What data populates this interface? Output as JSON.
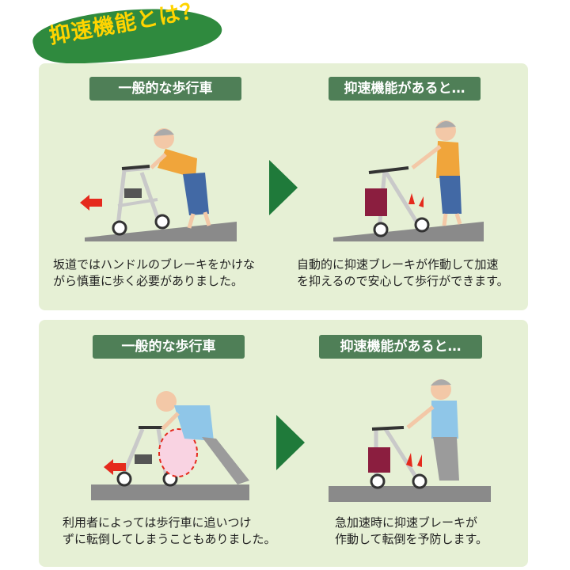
{
  "title": "抑速機能とは？",
  "top": {
    "left_label": "一般的な歩行車",
    "right_label": "抑速機能があると…",
    "left_caption": [
      "坂道ではハンドルのブレーキをかけな",
      "がら慎重に歩く必要がありました。"
    ],
    "right_caption": [
      "自動的に抑速ブレーキが作動して加速",
      "を抑えるので安心して歩行ができます。"
    ]
  },
  "bottom": {
    "left_label": "一般的な歩行車",
    "right_label": "抑速機能があると…",
    "left_caption": [
      "利用者によっては歩行車に追いつけ",
      "ずに転倒してしまうこともありました。"
    ],
    "right_caption": [
      "急加速時に抑速ブレーキが",
      "作動して転倒を予防します。"
    ]
  },
  "colors": {
    "bubble": "#2f8a3e",
    "title_text": "#ffd400",
    "panel": "#e6f0d5",
    "label": "#4f7f57",
    "next_arrow": "#1f7a3a",
    "direction_arrow": "#e52a1d",
    "ground": "#8a8a8a"
  },
  "icons": {
    "next": "right-triangle-icon",
    "direction": "left-arrow-icon"
  }
}
